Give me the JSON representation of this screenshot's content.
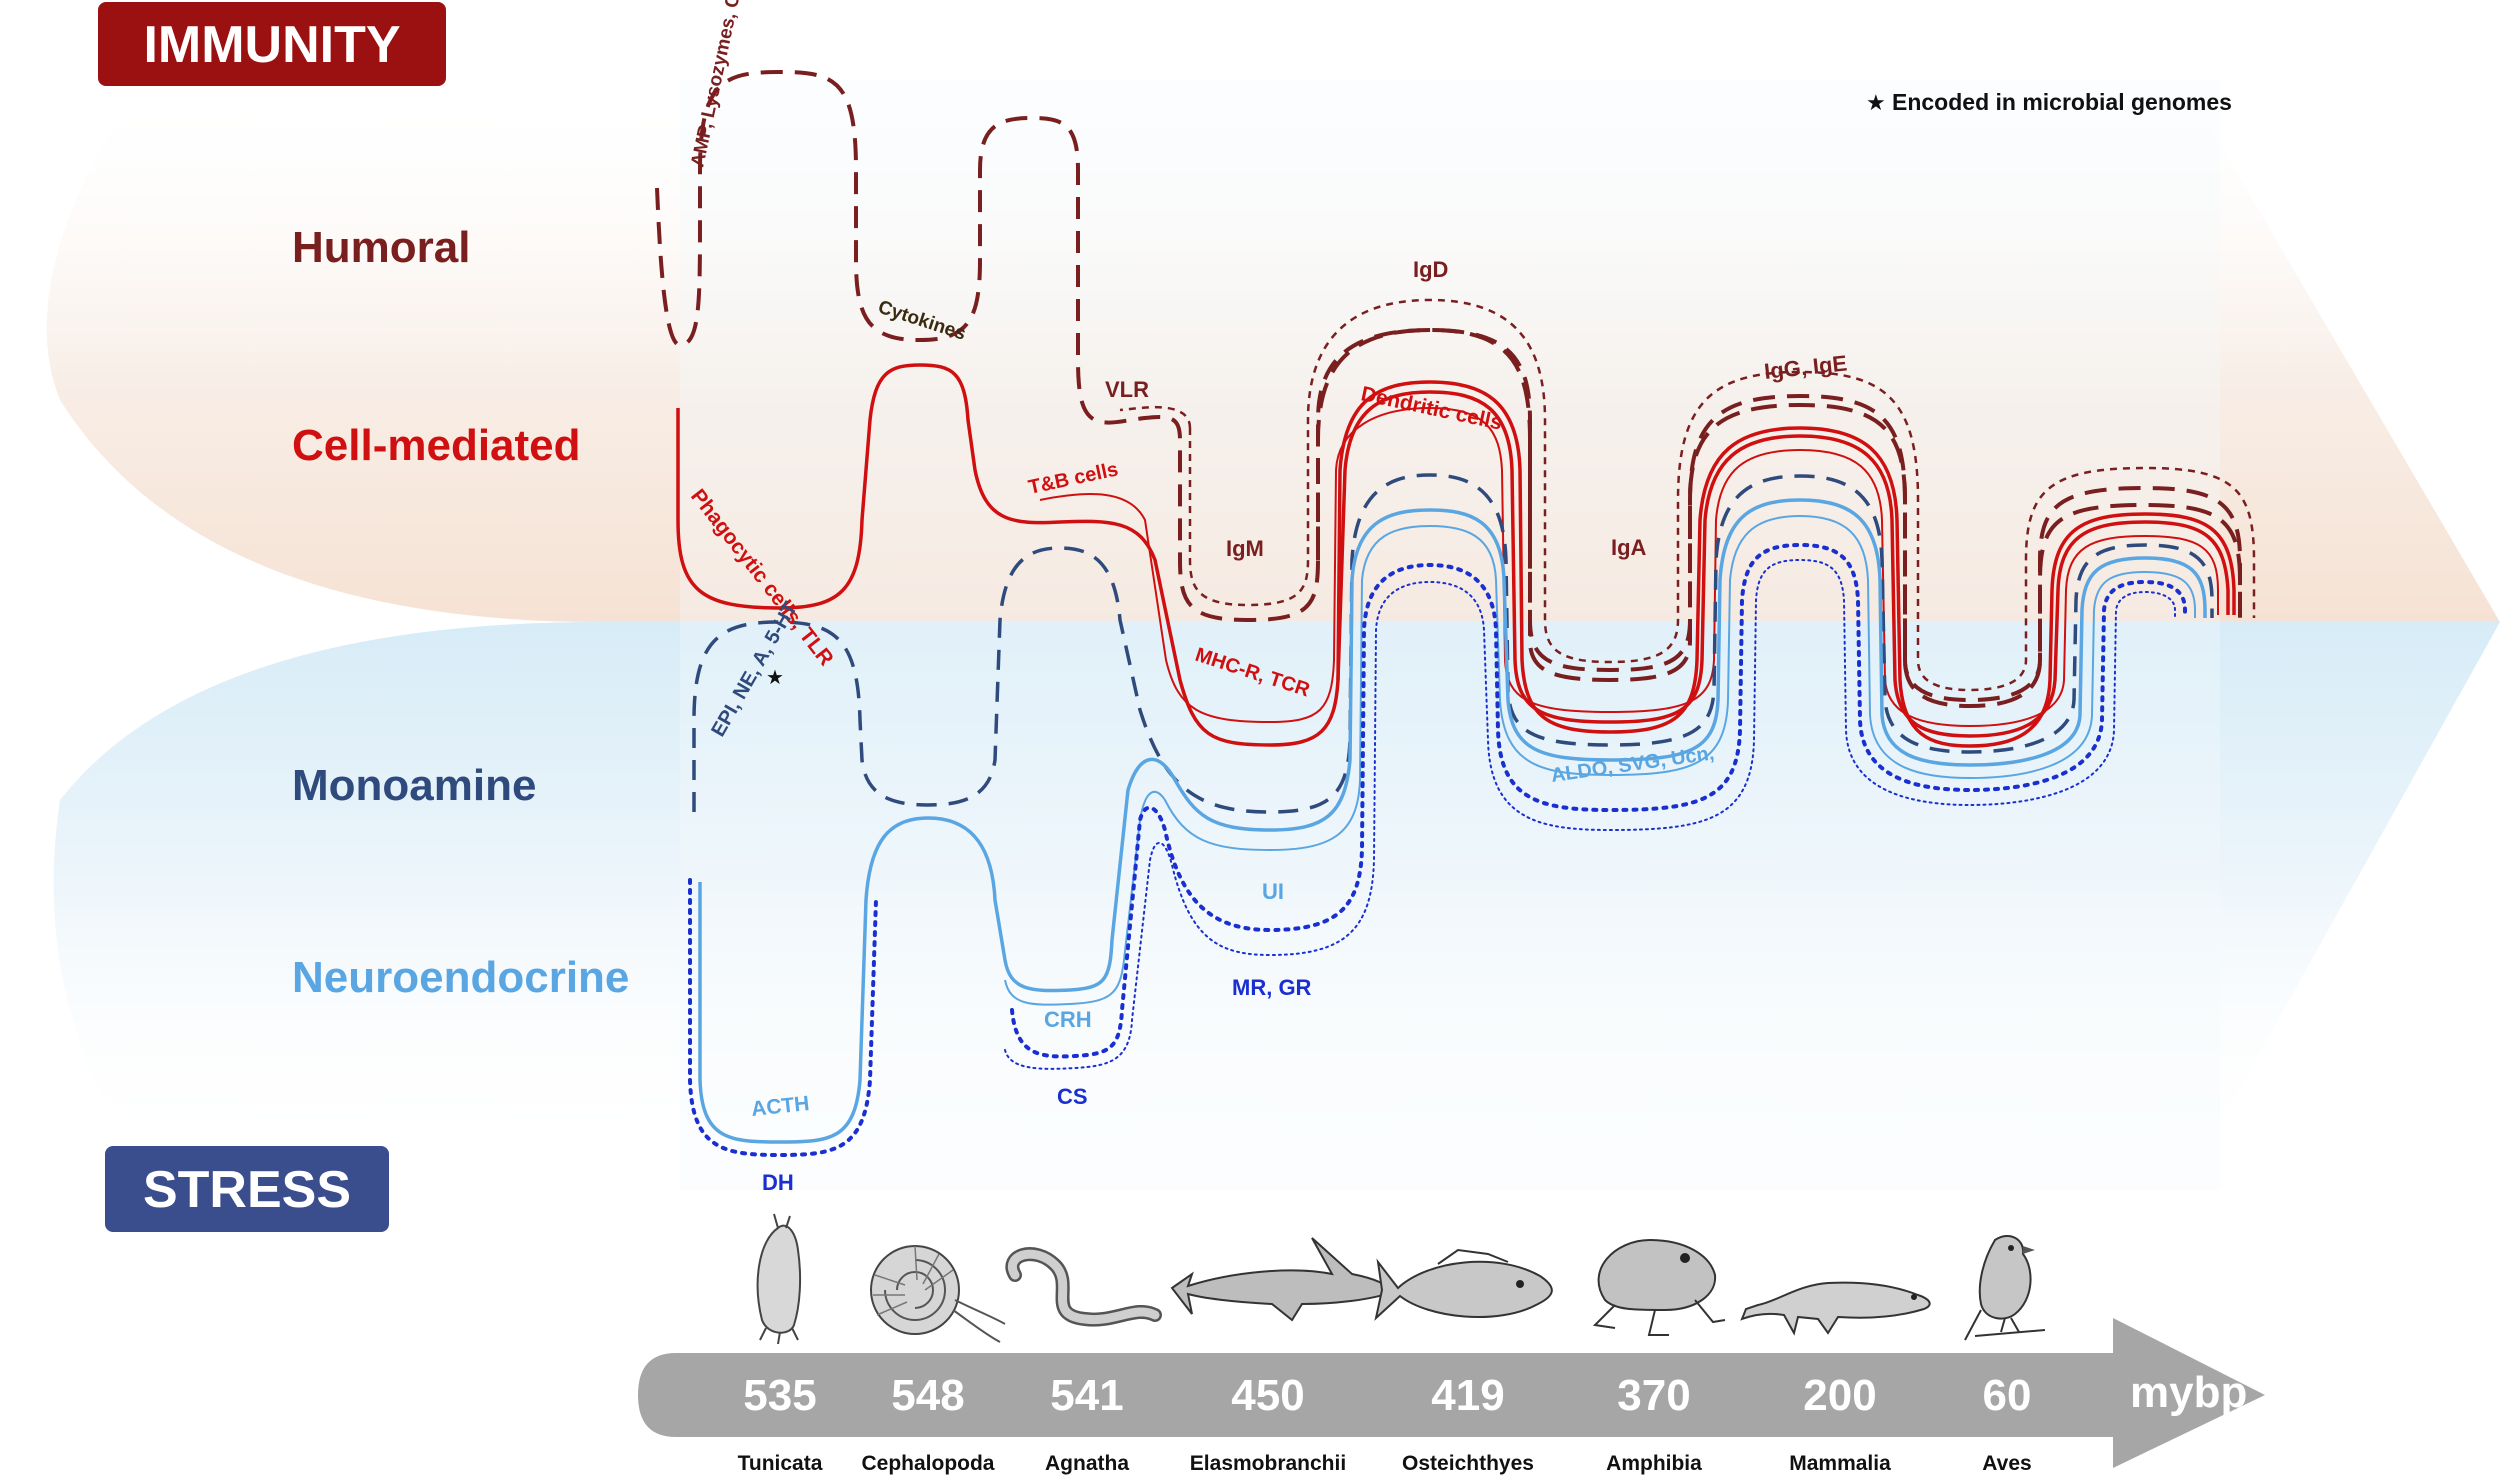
{
  "badges": {
    "immunity": "IMMUNITY",
    "stress": "STRESS"
  },
  "legend": {
    "star": "★",
    "text": "Encoded in microbial genomes"
  },
  "rows": {
    "humoral": "Humoral",
    "cell_mediated": "Cell-mediated",
    "monoamine": "Monoamine",
    "neuroendocrine": "Neuroendocrine"
  },
  "curve_labels": {
    "amp": "AMP, Lysozymes, Complement,",
    "cytokines": "Cytokines",
    "vlr": "VLR",
    "igd": "IgD",
    "igm": "IgM",
    "iga": "IgA",
    "igg_ige": "IgG, IgE",
    "dendritic": "Dendritic cells",
    "tb_cells": "T&B cells",
    "phagocytic": "Phagocytic cells, TLR",
    "mhc": "MHC-R, TCR",
    "epi": "EPI, NE, A, 5-HT",
    "epi_star": "★",
    "aldo": "ALDO, SVG, Ucn,",
    "ui": "UI",
    "mr_gr": "MR, GR",
    "crh": "CRH",
    "cs": "CS",
    "acth": "ACTH",
    "dh": "DH"
  },
  "timeline": {
    "unit": "mybp",
    "entries": [
      {
        "value": "535",
        "taxon": "Tunicata",
        "icon": "tunicate-icon"
      },
      {
        "value": "548",
        "taxon": "Cephalopoda",
        "icon": "nautilus-icon"
      },
      {
        "value": "541",
        "taxon": "Agnatha",
        "icon": "lamprey-icon"
      },
      {
        "value": "450",
        "taxon": "Elasmobranchii",
        "icon": "shark-icon"
      },
      {
        "value": "419",
        "taxon": "Osteichthyes",
        "icon": "fish-icon"
      },
      {
        "value": "370",
        "taxon": "Amphibia",
        "icon": "frog-icon"
      },
      {
        "value": "200",
        "taxon": "Mammalia",
        "icon": "mongoose-icon"
      },
      {
        "value": "60",
        "taxon": "Aves",
        "icon": "bird-icon"
      }
    ]
  },
  "colors": {
    "immunity_badge": "#9b1010",
    "stress_badge": "#3a4d8c",
    "humoral": "#7a1f1f",
    "cell_mediated": "#d01010",
    "monoamine": "#2f4a7c",
    "neuroendocrine": "#5aa6e2",
    "stress_blue": "#1a2fd0",
    "timeline_arrow": "#a6a6a6"
  }
}
